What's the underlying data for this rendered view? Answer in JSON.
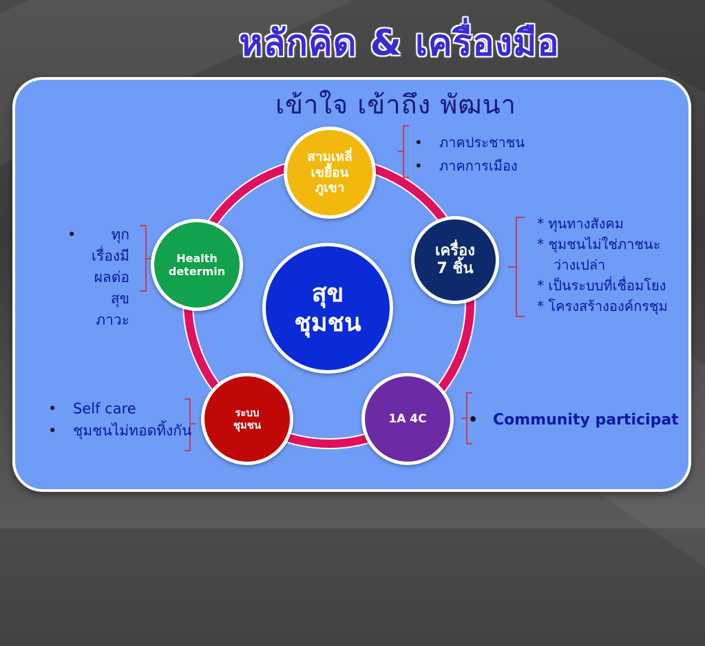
{
  "title": "หลักคิด & เครื่องมือ",
  "subtitle": "เข้าใจ   เข้าถึง   พัฒนา",
  "nodes": {
    "center": [
      "สุข",
      "ชุมชน"
    ],
    "top": [
      "สามเหลี่",
      "เขยื้อน",
      "ภูเขา"
    ],
    "right": [
      "เครื่อง",
      "7 ชิ้น"
    ],
    "bottom_right": [
      "1A 4C"
    ],
    "bottom_left": [
      "ระบบ",
      "ชุมชน"
    ],
    "left": [
      "Health",
      "determin"
    ]
  },
  "lists": {
    "top": [
      "ภาคประชาชน",
      "ภาคการเมือง"
    ],
    "right": [
      "* ทุนทางสังคม",
      "* ชุมชนไม่ใช่ภาชนะ",
      "ว่างเปล่า",
      "* เป็นระบบที่เชื่อมโยง",
      "* โครงสร้างองค์กรชุม"
    ],
    "left": [
      "ทุก",
      "เรื่องมี",
      "ผลต่อ",
      "สุข",
      "ภาวะ"
    ],
    "bottom_left": [
      "Self care",
      "ชุมชนไม่ทอดทิ้งกัน"
    ],
    "bottom_right": [
      "Community participat"
    ]
  },
  "colors": {
    "panel": "#6f9cf7",
    "ring": "#e0115f",
    "center": "#0a2bd6",
    "top": "#f3b80d",
    "right": "#0d2a6d",
    "bottom_right": "#6c2aa4",
    "bottom_left": "#c00808",
    "left": "#12a14c",
    "text": "#0a18a0",
    "bracket": "#e02020"
  }
}
